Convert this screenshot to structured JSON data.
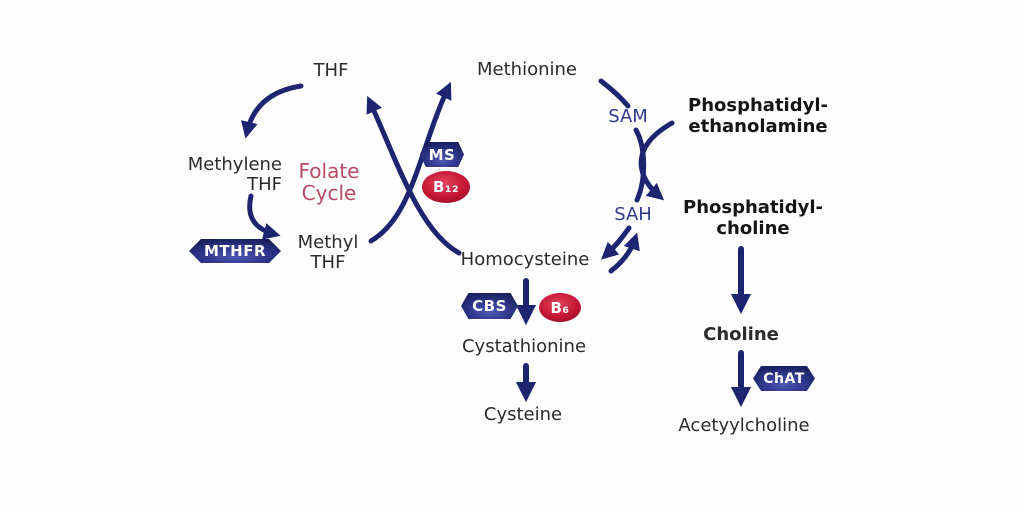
{
  "diagram": {
    "nodes": {
      "thf": "THF",
      "methylene_thf": "Methylene\nTHF",
      "methyl_thf": "Methyl\nTHF",
      "folate_cycle_label": "Folate\nCycle",
      "methionine": "Methionine",
      "sam": "SAM",
      "sah": "SAH",
      "homocysteine": "Homocysteine",
      "cystathionine": "Cystathionine",
      "cysteine": "Cysteine",
      "phosphatidylethanolamine": "Phosphatidyl-\nethanolamine",
      "phosphatidylcholine": "Phosphatidyl-\ncholine",
      "choline": "Choline",
      "acetylcholine": "Acetyylcholine"
    },
    "enzymes": {
      "mthfr": "MTHFR",
      "ms": "MS",
      "b12": "B₁₂",
      "cbs": "CBS",
      "b6": "B₆",
      "chat": "ChAT"
    },
    "edges": [
      {
        "from": "THF",
        "to": "Methylene THF"
      },
      {
        "from": "Methylene THF",
        "to": "Methyl THF",
        "enzyme": "MTHFR"
      },
      {
        "from": "Methyl THF",
        "to": "Methionine",
        "enzyme": "MS",
        "cofactor": "B12"
      },
      {
        "from": "Homocysteine",
        "to": "THF",
        "enzyme": "MS",
        "cofactor": "B12"
      },
      {
        "from": "Methionine",
        "to": "SAM"
      },
      {
        "from": "SAM",
        "to": "SAH"
      },
      {
        "from": "SAH",
        "to": "Homocysteine",
        "reversible": true
      },
      {
        "from": "Phosphatidyl-ethanolamine",
        "to": "Phosphatidyl-choline",
        "via": "SAM to SAH"
      },
      {
        "from": "Homocysteine",
        "to": "Cystathionine",
        "enzyme": "CBS",
        "cofactor": "B6"
      },
      {
        "from": "Cystathionine",
        "to": "Cysteine"
      },
      {
        "from": "Phosphatidyl-choline",
        "to": "Choline"
      },
      {
        "from": "Choline",
        "to": "Acetyylcholine",
        "enzyme": "ChAT"
      }
    ],
    "colors": {
      "arrow": "#1e2570",
      "enzyme_badge_navy": "#2a3283",
      "cofactor_badge_red": "#c41534",
      "cycle_label_red": "#b94a63",
      "metabolite_text": "#2b2b2b",
      "sam_sah_text": "#303a8e",
      "background": "#fefefe"
    }
  }
}
